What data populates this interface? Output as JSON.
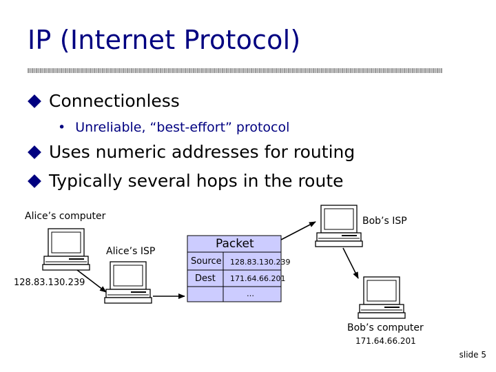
{
  "title": "IP (Internet Protocol)",
  "bullets": [
    "Connectionless",
    "Uses numeric addresses for routing",
    "Typically several hops in the route"
  ],
  "sub_bullets": [
    "Unreliable, “best-effort” protocol"
  ],
  "diagram": {
    "alice_computer": "Alice’s computer",
    "alice_ip": "128.83.130.239",
    "alice_isp": "Alice’s ISP",
    "bob_isp": "Bob’s ISP",
    "bob_computer": "Bob’s computer",
    "bob_ip": "171.64.66.201",
    "packet": {
      "header": "Packet",
      "rows": [
        {
          "label": "Source",
          "value": "128.83.130.239"
        },
        {
          "label": "Dest",
          "value": "171.64.66.201"
        },
        {
          "label": "",
          "value": "…"
        }
      ]
    }
  },
  "slide_number": "slide 5",
  "colors": {
    "title": "#000080",
    "bullet_mark": "#000080",
    "packet_fill": "#ccccff"
  }
}
